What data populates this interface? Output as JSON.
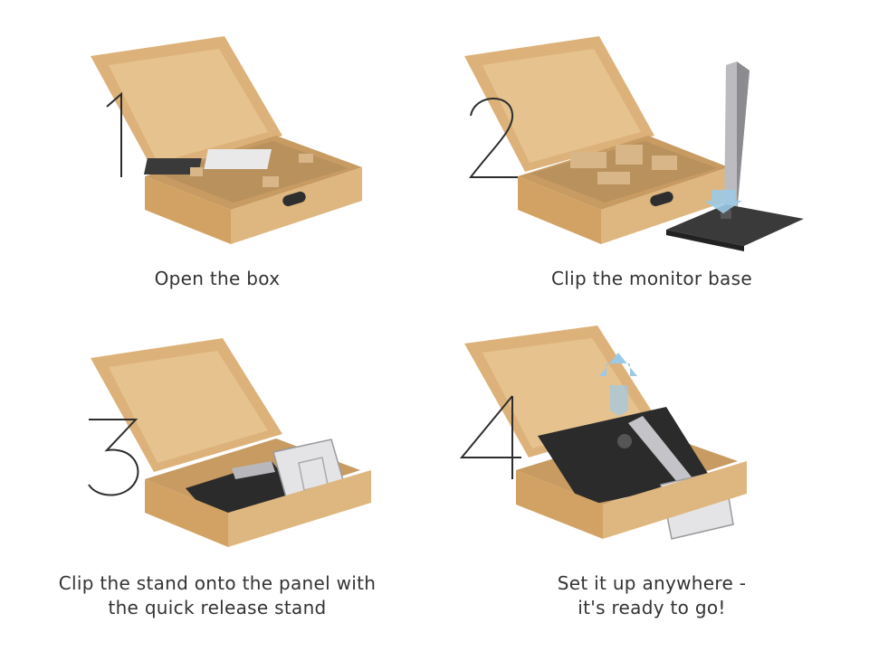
{
  "steps": [
    {
      "number": "1",
      "caption_lines": [
        "Open the box"
      ]
    },
    {
      "number": "2",
      "caption_lines": [
        "Clip the monitor base"
      ]
    },
    {
      "number": "3",
      "caption_lines": [
        "Clip the stand onto the panel with",
        "the quick release stand"
      ]
    },
    {
      "number": "4",
      "caption_lines": [
        "Set it up anywhere -",
        "it's ready to go!"
      ]
    }
  ],
  "colors": {
    "cardboard_light": "#e2bb85",
    "cardboard_mid": "#d4a66b",
    "cardboard_dark": "#b9884f",
    "insert": "#c9a070",
    "monitor": "#2b2b2b",
    "stand_silver": "#b8b8bc",
    "arrow_blue": "#9cc9e6",
    "number_stroke": "#2d2d2d"
  },
  "icons": [
    "box-illustration",
    "monitor-base-illustration",
    "stand-illustration",
    "monitor-illustration",
    "arrow-up-icon",
    "arrow-down-icon"
  ]
}
